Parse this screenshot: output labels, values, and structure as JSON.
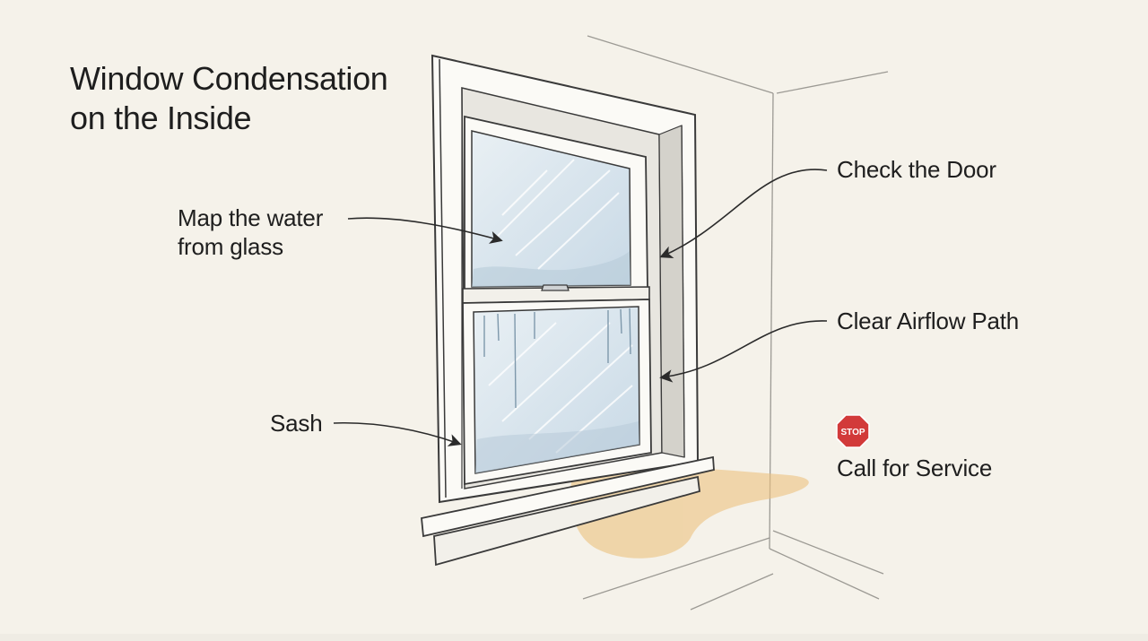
{
  "title": "Window Condensation on the Inside",
  "labels": {
    "map_water": "Map the water from glass",
    "sash": "Sash",
    "check_door": "Check the Door",
    "clear_airflow": "Clear Airflow Path",
    "call_service": "Call for Service"
  },
  "stop_sign_text": "STOP",
  "colors": {
    "background": "#f5f2ea",
    "ink": "#3a3a3a",
    "glass": "#d6e3ec",
    "water_stain": "#ecc27e",
    "stop_red": "#d23a3a"
  },
  "icons": [
    "stop-sign-icon",
    "arrow-icon"
  ]
}
